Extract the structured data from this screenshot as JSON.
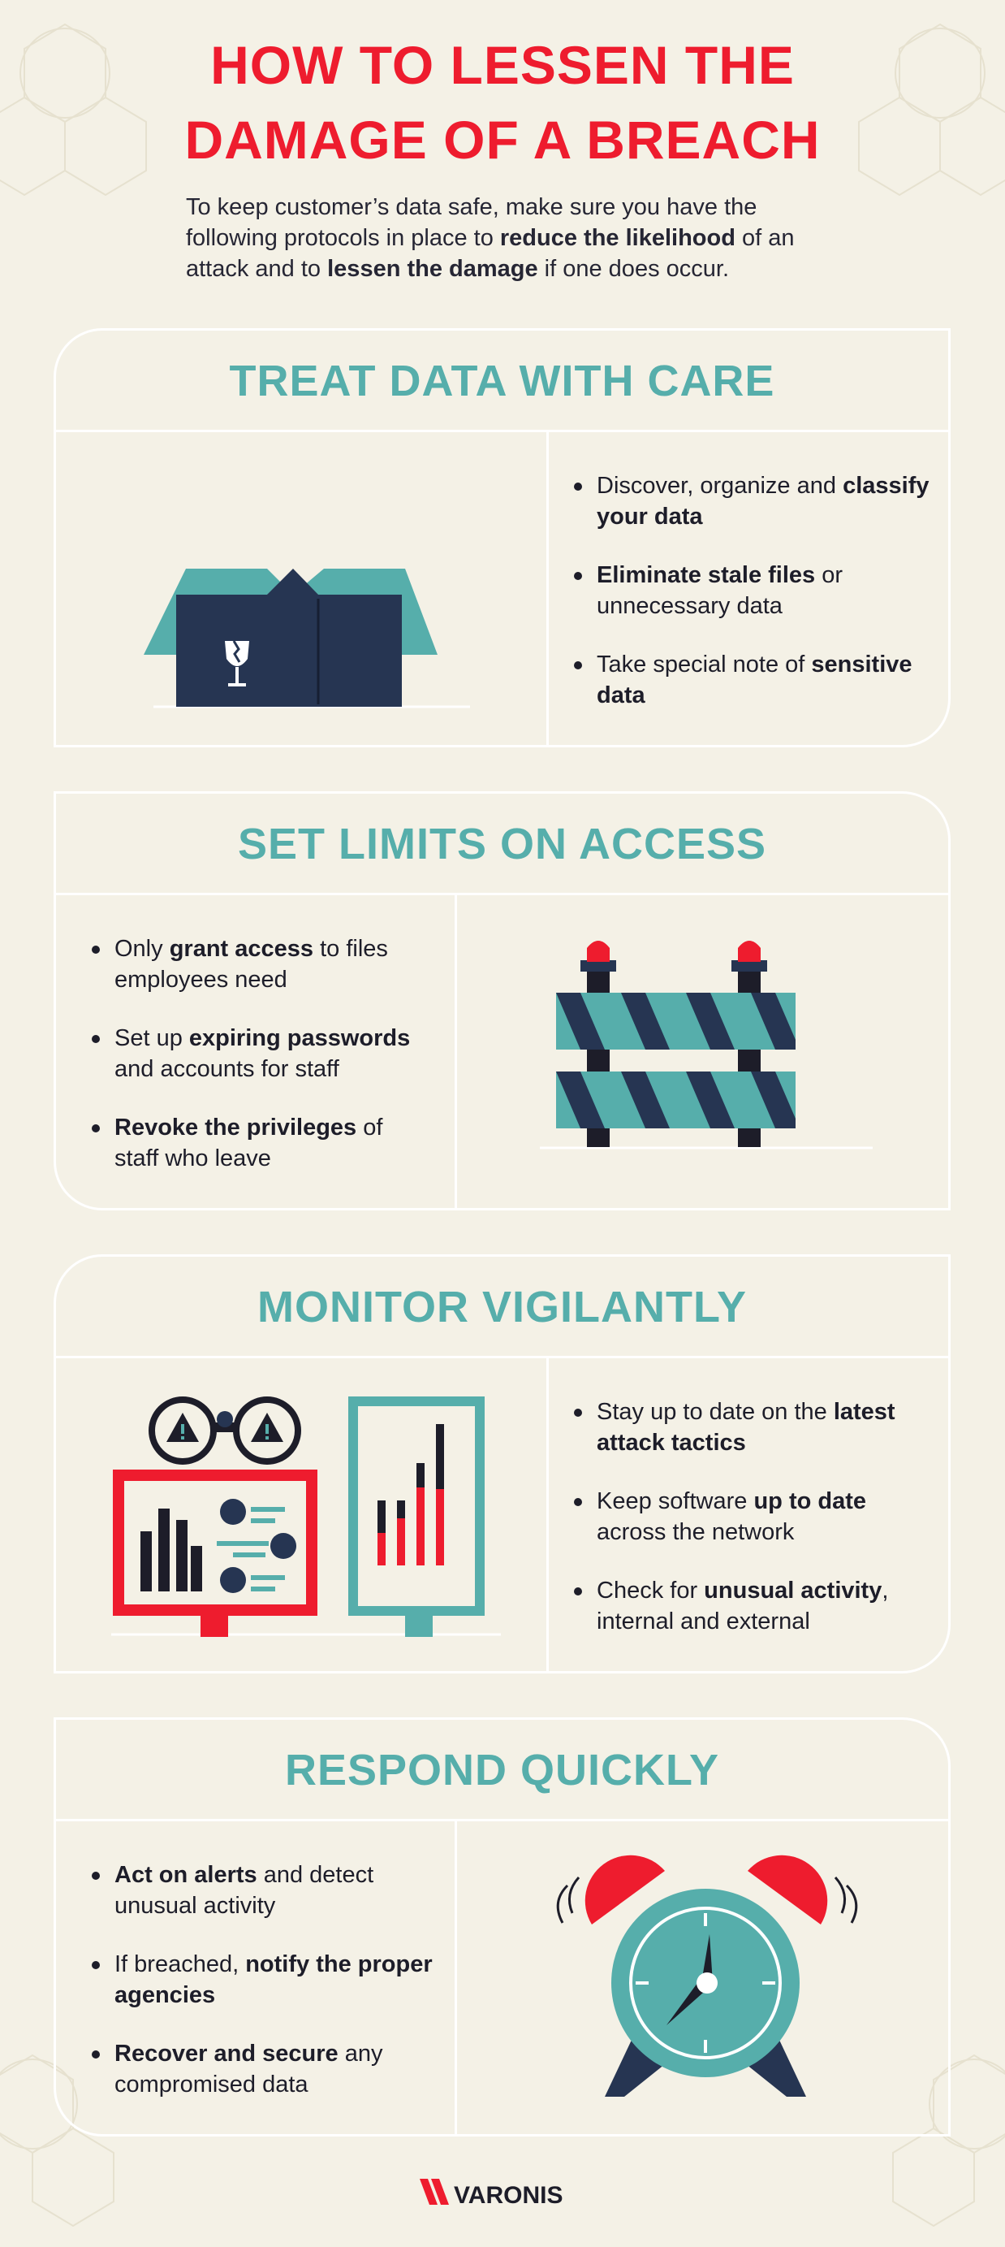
{
  "header": {
    "title_line1": "HOW TO LESSEN THE",
    "title_line2": "DAMAGE OF A BREACH",
    "intro": [
      {
        "t": "To keep customer’s data safe, make sure you have the following protocols in place to ",
        "b": false
      },
      {
        "t": "reduce the likelihood",
        "b": true
      },
      {
        "t": " of an attack and to ",
        "b": false
      },
      {
        "t": "lessen the damage",
        "b": true
      },
      {
        "t": " if one does occur.",
        "b": false
      }
    ]
  },
  "sections": [
    {
      "title": "TREAT DATA WITH CARE",
      "icon": "fragile-box-icon",
      "bullets": [
        [
          {
            "t": "Discover, organize and ",
            "b": false
          },
          {
            "t": "classify your data",
            "b": true
          }
        ],
        [
          {
            "t": "Eliminate stale files",
            "b": true
          },
          {
            "t": " or unnecessary data",
            "b": false
          }
        ],
        [
          {
            "t": "Take special note of ",
            "b": false
          },
          {
            "t": "sensitive data",
            "b": true
          }
        ]
      ]
    },
    {
      "title": "SET LIMITS ON ACCESS",
      "icon": "barricade-icon",
      "bullets": [
        [
          {
            "t": "Only ",
            "b": false
          },
          {
            "t": "grant access",
            "b": true
          },
          {
            "t": " to files employees need",
            "b": false
          }
        ],
        [
          {
            "t": "Set up ",
            "b": false
          },
          {
            "t": "expiring passwords",
            "b": true
          },
          {
            "t": " and accounts for staff",
            "b": false
          }
        ],
        [
          {
            "t": "Revoke the privileges",
            "b": true
          },
          {
            "t": " of staff who leave",
            "b": false
          }
        ]
      ]
    },
    {
      "title": "MONITOR VIGILANTLY",
      "icon": "monitoring-dashboard-icon",
      "bullets": [
        [
          {
            "t": "Stay up to date on the ",
            "b": false
          },
          {
            "t": "latest attack tactics",
            "b": true
          }
        ],
        [
          {
            "t": "Keep software ",
            "b": false
          },
          {
            "t": "up to date",
            "b": true
          },
          {
            "t": " across the network",
            "b": false
          }
        ],
        [
          {
            "t": "Check for ",
            "b": false
          },
          {
            "t": "unusual activity",
            "b": true
          },
          {
            "t": ", internal and external",
            "b": false
          }
        ]
      ]
    },
    {
      "title": "RESPOND QUICKLY",
      "icon": "alarm-clock-icon",
      "bullets": [
        [
          {
            "t": "Act on alerts",
            "b": true
          },
          {
            "t": " and detect unusual activity",
            "b": false
          }
        ],
        [
          {
            "t": "If breached, ",
            "b": false
          },
          {
            "t": "notify the proper agencies",
            "b": true
          }
        ],
        [
          {
            "t": "Recover and secure",
            "b": true
          },
          {
            "t": " any compromised data",
            "b": false
          }
        ]
      ]
    }
  ],
  "footer": {
    "logo_text": "VARONIS"
  },
  "colors": {
    "background": "#f4f1e6",
    "title_red": "#ee1c2e",
    "heading_teal": "#56aeab",
    "navy": "#263552",
    "dark": "#1d1d29"
  }
}
